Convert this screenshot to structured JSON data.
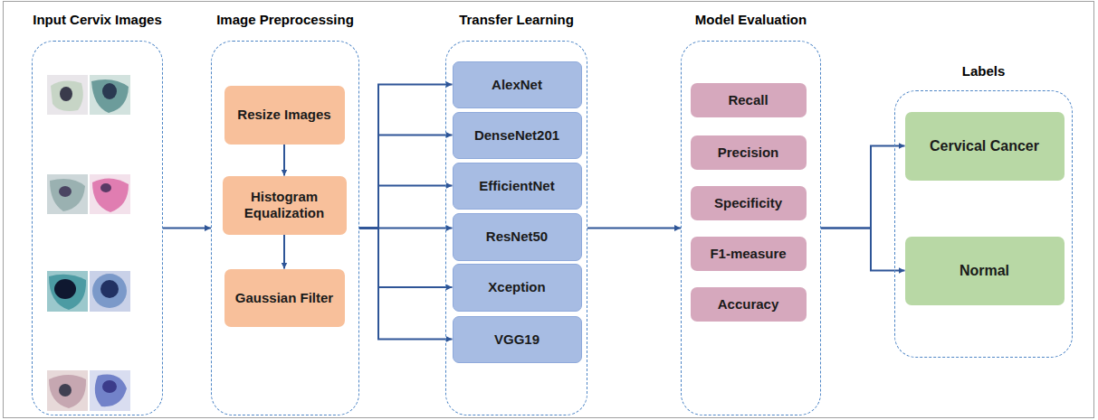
{
  "diagram": {
    "nodes": [
      {
        "text": [
          "Input Cervix Images"
        ]
      },
      {
        "text": [
          "Image Preprocessing"
        ]
      },
      {
        "text": [
          "Resize Images"
        ],
        "in": 1
      },
      {
        "text": [
          "Histogram Equalization"
        ],
        "in": 1
      },
      {
        "text": [
          "Gaussian Filter"
        ],
        "in": 1
      },
      {
        "text": [
          "Transfer Learning"
        ]
      },
      {
        "text": [
          "AlexNet"
        ],
        "in": 5
      },
      {
        "text": [
          "DenseNet201"
        ],
        "in": 5
      },
      {
        "text": [
          "EfficientNet"
        ],
        "in": 5
      },
      {
        "text": [
          "ResNet50"
        ],
        "in": 5
      },
      {
        "text": [
          "Xception"
        ],
        "in": 5
      },
      {
        "text": [
          "VGG19"
        ],
        "in": 5
      },
      {
        "text": [
          "Model Evaluation"
        ]
      },
      {
        "text": [
          "Recall"
        ],
        "in": 12
      },
      {
        "text": [
          "Precision"
        ],
        "in": 12
      },
      {
        "text": [
          "Specificity"
        ],
        "in": 12
      },
      {
        "text": [
          "F1-measure"
        ],
        "in": 12
      },
      {
        "text": [
          "Accuracy"
        ],
        "in": 12
      },
      {
        "text": [
          "Labels"
        ]
      },
      {
        "text": [
          "Cervical Cancer"
        ],
        "in": 18
      },
      {
        "text": [
          "Normal"
        ],
        "in": 18
      }
    ],
    "edges": [
      {
        "from": 0,
        "to": 1,
        "arrow": "to"
      },
      {
        "from": 2,
        "to": 3,
        "arrow": "to"
      },
      {
        "from": 3,
        "to": 4,
        "arrow": "to"
      },
      {
        "from": 1,
        "to": 6,
        "arrow": "to"
      },
      {
        "from": 1,
        "to": 7,
        "arrow": "to"
      },
      {
        "from": 1,
        "to": 8,
        "arrow": "to"
      },
      {
        "from": 1,
        "to": 9,
        "arrow": "to"
      },
      {
        "from": 1,
        "to": 10,
        "arrow": "to"
      },
      {
        "from": 1,
        "to": 11,
        "arrow": "to"
      },
      {
        "from": 5,
        "to": 12,
        "arrow": "to"
      },
      {
        "from": 12,
        "to": 19,
        "arrow": "to"
      },
      {
        "from": 12,
        "to": 20,
        "arrow": "to"
      }
    ]
  }
}
